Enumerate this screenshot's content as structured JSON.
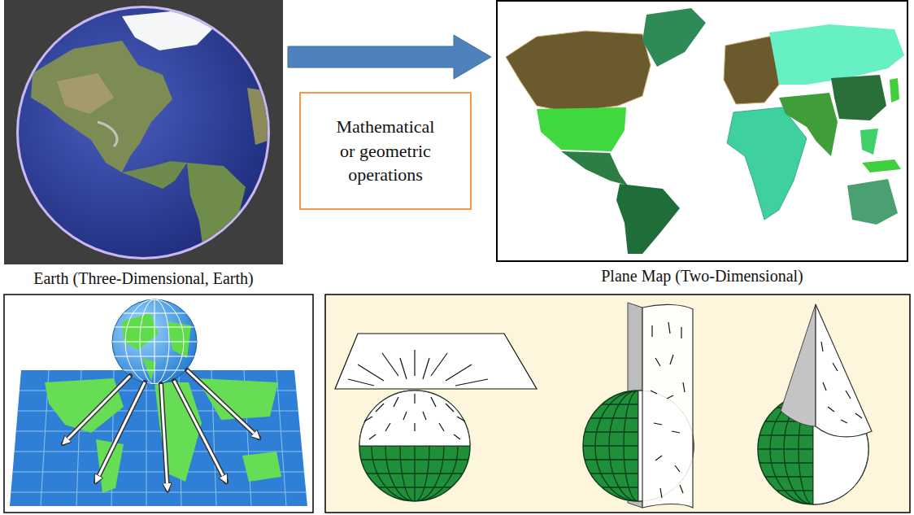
{
  "diagram": {
    "nodes": [
      {
        "text": [
          "Earth (Three-Dimensional, Earth)"
        ]
      },
      {
        "text": [
          "Mathematical or geometric operations"
        ]
      },
      {
        "text": [
          "Plane Map (Two-Dimensional)"
        ]
      }
    ],
    "edges": [
      {
        "from": 0,
        "to": 2,
        "arrow": "to"
      }
    ]
  }
}
